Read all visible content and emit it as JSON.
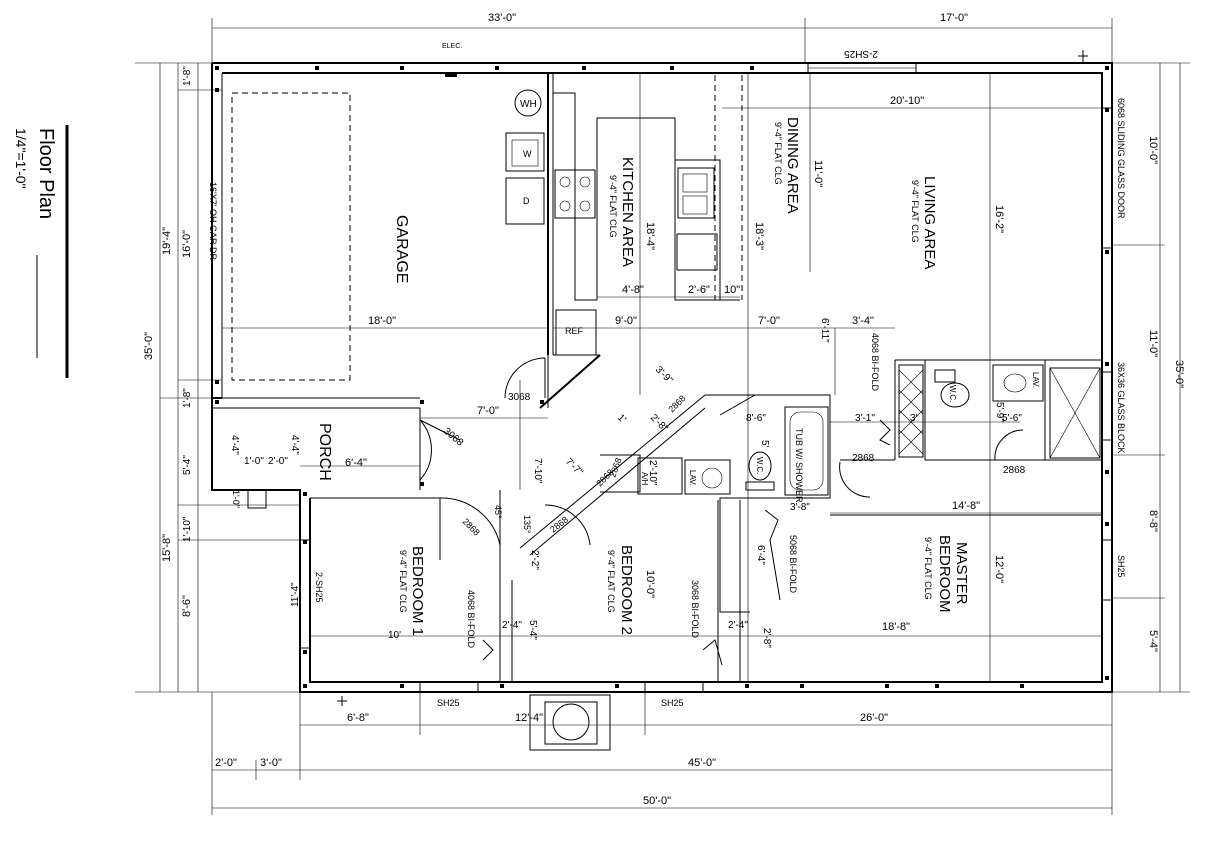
{
  "title": {
    "main": "Floor Plan",
    "scale": "1/4\"=1'-0\""
  },
  "rooms": {
    "garage": {
      "name": "GARAGE",
      "door": "16'X7' OH GAR DR"
    },
    "kitchen": {
      "name": "KITCHEN AREA",
      "ceiling": "9'-4\" FLAT CLG"
    },
    "dining": {
      "name": "DINING AREA",
      "ceiling": "9'-4\" FLAT CLG"
    },
    "living": {
      "name": "LIVING AREA",
      "ceiling": "9'-4\" FLAT CLG"
    },
    "porch": {
      "name": "PORCH"
    },
    "bedroom1": {
      "name": "BEDROOM 1",
      "ceiling": "9'-4\" FLAT CLG"
    },
    "bedroom2": {
      "name": "BEDROOM 2",
      "ceiling": "9'-4\" FLAT CLG"
    },
    "master": {
      "name1": "MASTER",
      "name2": "BEDROOM",
      "ceiling": "9'-4\" FLAT CLG"
    }
  },
  "fixtures": {
    "wh": "WH",
    "w": "W",
    "d": "D",
    "ref": "REF",
    "elec": "ELEC.",
    "tub": "TUB W/ SHOWER",
    "wc": "W.C.",
    "lav": "LAV.",
    "ah": "A/H"
  },
  "windows": {
    "top": "2-SH25",
    "bottom_left": "SH25",
    "bottom_right": "SH25",
    "right": "SH25",
    "left": "2-SH25",
    "sliding": "6068 SLIDING GLASS DOOR",
    "glass_block": "36X36 GLASS BLOCK"
  },
  "doors": {
    "d3068_garage": "3068",
    "d3068_porch": "3068",
    "d2868_a": "2868",
    "d2868_b": "2868",
    "d2868_c": "2868",
    "d2868_d": "2868",
    "d2868_e": "2868",
    "d2868_f": "2868",
    "d2868_g": "2868",
    "bf4068_master": "4068 BI-FOLD",
    "bf4068_b1": "4068 BI-FOLD",
    "bf3068": "3068 BI-FOLD",
    "bf5068": "5068 BI-FOLD"
  },
  "dimensions": {
    "top_33": "33'-0\"",
    "top_17": "17'-0\"",
    "bottom_50": "50'-0\"",
    "bottom_45": "45'-0\"",
    "bottom_26": "26'-0\"",
    "bottom_12_4": "12'-4\"",
    "bottom_6_8": "6'-8\"",
    "bottom_2": "2'-0\"",
    "bottom_3": "3'-0\"",
    "left_35": "35'-0\"",
    "left_19_4": "19'-4\"",
    "left_16": "16'-0\"",
    "left_1_8a": "1'-8\"",
    "left_1_8b": "1'-8\"",
    "left_5_4": "5'-4\"",
    "left_1_10": "1'-10\"",
    "left_15_8": "15'-8\"",
    "left_8_6": "8'-6\"",
    "left_11_4": "11'-4\"",
    "right_35": "35'-0\"",
    "right_10": "10'-0\"",
    "right_11": "11'-0\"",
    "right_8_8": "8'-8\"",
    "right_5_4": "5'-4\"",
    "garage_18": "18'-0\"",
    "living_20_10": "20'-10\"",
    "living_16_2": "16'-2\"",
    "living_3_4": "3'-4\"",
    "kit_18_4": "18'-4\"",
    "kit_4_8": "4'-8\"",
    "kit_2_6": "2'-6\"",
    "kit_10": "10\"",
    "din_11": "11'-0\"",
    "din_18_3": "18'-3\"",
    "hall_9": "9'-0\"",
    "hall_7": "7'-0\"",
    "hall_6_11": "6'-11\"",
    "porch_7": "7'-0\"",
    "porch_6_4": "6'-4\"",
    "porch_4_4": "4'-4\"",
    "porch_4_4b": "4'-4\"",
    "porch_1_0": "1'-0\"",
    "porch_2_0": "2'-0\"",
    "porch_1_0b": "1'-0\"",
    "hall_3_9": "3'-9\"",
    "hall_7_7": "7'-7\"",
    "hall_7_10": "7'-10\"",
    "hall_2_8": "2'-8\"",
    "hall_1": "1'",
    "ah_2_10": "2'-10\"",
    "b1_45": "45°",
    "b1_135": "135°",
    "bath_8_6": "8'-6\"",
    "bath_5": "5'",
    "bath_3_8": "3'-8\"",
    "mb_3_1": "3'-1\"",
    "mb_5_9": "5'-9\"",
    "mb_5_6": "5'-6\"",
    "mb_3": "3'",
    "mb_14_8": "14'-8\"",
    "mb_12": "12'-0\"",
    "mb_18_8": "18'-8\"",
    "b2_10": "10'-0\"",
    "b2_2_2": "2'-2\"",
    "b1_10": "10'",
    "b1_2_4": "2'-4\"",
    "b2_2_4": "2'-4\"",
    "b2_2_8": "2'-8\"",
    "b2_5_4": "5'-4\"",
    "mb_6_4": "6'-4\""
  }
}
